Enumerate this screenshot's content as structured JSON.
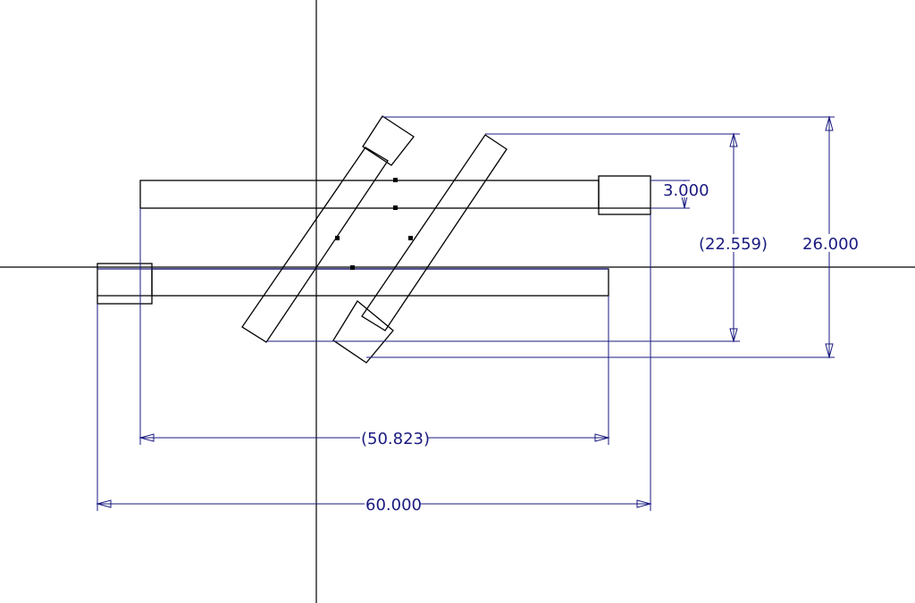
{
  "dimensions": {
    "offset_small": "3.000",
    "height_reference": "(22.559)",
    "height_total": "26.000",
    "width_reference": "(50.823)",
    "width_total": "60.000"
  },
  "colors": {
    "background": "#ffffff",
    "geometry": "#000000",
    "dimension": "#1a1a80",
    "axis": "#000000"
  }
}
